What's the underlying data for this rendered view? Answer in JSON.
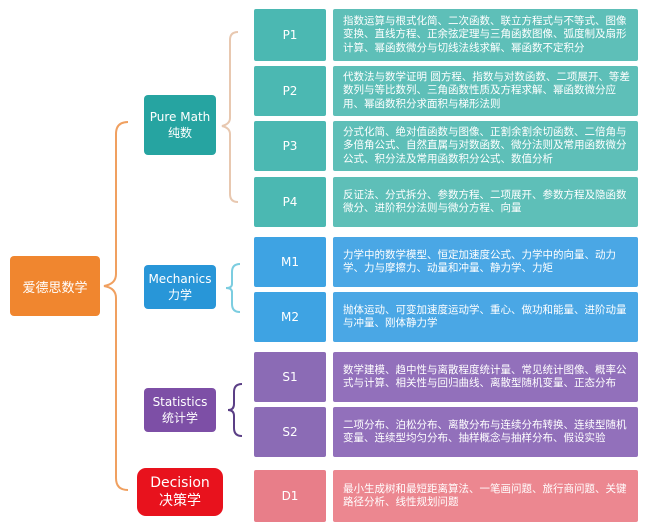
{
  "root": {
    "label": "爱德思数学"
  },
  "categories": {
    "pure": {
      "en": "Pure Math",
      "zh": "纯数"
    },
    "mechanics": {
      "en": "Mechanics",
      "zh": "力学"
    },
    "statistics": {
      "en": "Statistics",
      "zh": "统计学"
    },
    "decision": {
      "en": "Decision",
      "zh": "决策学"
    }
  },
  "modules": {
    "p1": {
      "code": "P1",
      "desc": "指数运算与根式化简、二次函数、联立方程式与不等式、图像变换、直线方程、正余弦定理与三角函数图像、弧度制及扇形计算、幂函数微分与切线法线求解、幂函数不定积分"
    },
    "p2": {
      "code": "P2",
      "desc": "代数法与数学证明 圆方程、指数与对数函数、二项展开、等差数列与等比数列、三角函数性质及方程求解、幂函数微分应用、幂函数积分求面积与梯形法则"
    },
    "p3": {
      "code": "P3",
      "desc": "分式化简、绝对值函数与图像、正割余割余切函数、二倍角与多倍角公式、自然直属与对数函数、微分法则及常用函数微分公式、积分法及常用函数积分公式、数值分析"
    },
    "p4": {
      "code": "P4",
      "desc": "反证法、分式拆分、参数方程、二项展开、参数方程及隐函数微分、进阶积分法则与微分方程、向量"
    },
    "m1": {
      "code": "M1",
      "desc": "力学中的数学模型、恒定加速度公式、力学中的向量、动力学、力与摩擦力、动量和冲量、静力学、力矩"
    },
    "m2": {
      "code": "M2",
      "desc": "抛体运动、可变加速度运动学、重心、做功和能量、进阶动量与冲量、刚体静力学"
    },
    "s1": {
      "code": "S1",
      "desc": "数学建模、趋中性与离散程度统计量、常见统计图像、概率公式与计算、相关性与回归曲线、离散型随机变量、正态分布"
    },
    "s2": {
      "code": "S2",
      "desc": "二项分布、泊松分布、离散分布与连续分布转换、连续型随机变量、连续型均匀分布、抽样概念与抽样分布、假设实验"
    },
    "d1": {
      "code": "D1",
      "desc": "最小生成树和最短距离算法、一笔画问题、旅行商问题、关键路径分析、线性规划问题"
    }
  },
  "colors": {
    "root": "#f0862f",
    "pure": "#26a4a1",
    "mechanics": "#2896d8",
    "statistics": "#7d4fa6",
    "decision": "#e8121d"
  }
}
